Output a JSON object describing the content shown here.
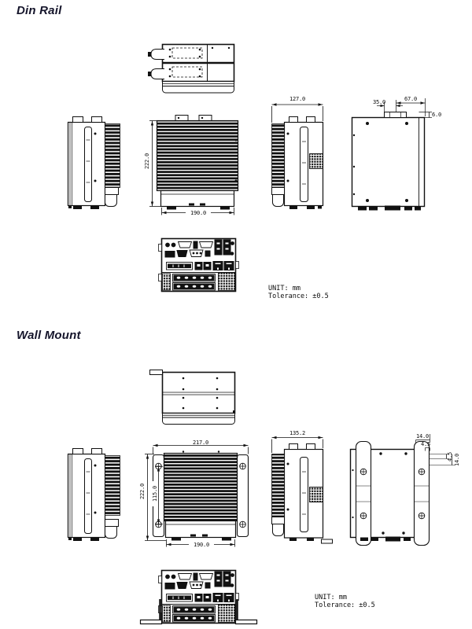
{
  "page": {
    "din_rail": {
      "title": "Din Rail",
      "dims": {
        "depth": "127.0",
        "din_offset": "35.0",
        "din_bracket": "67.0",
        "din_protrusion": "6.0",
        "height": "222.0",
        "width": "190.0"
      },
      "notes": {
        "unit": "UNIT: mm",
        "tolerance": "Tolerance: ±0.5"
      }
    },
    "wall_mount": {
      "title": "Wall Mount",
      "dims": {
        "depth": "135.2",
        "bracket_width": "217.0",
        "height": "222.0",
        "hole_spacing": "115.0",
        "width": "190.0",
        "tab_width": "14.0",
        "tab_offset": "4.5",
        "tab_offset_side": "4.5",
        "tab_height_side": "14.0"
      },
      "notes": {
        "unit": "UNIT: mm",
        "tolerance": "Tolerance: ±0.5"
      }
    }
  }
}
